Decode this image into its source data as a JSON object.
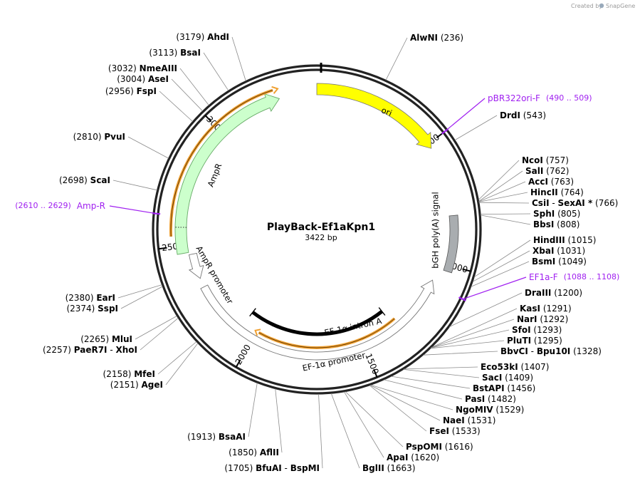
{
  "credit": {
    "prefix": "Created by",
    "brand": "SnapGene"
  },
  "plasmid": {
    "name": "PlayBack-Ef1aKpn1",
    "size_label": "3422 bp",
    "length": 3422
  },
  "colors": {
    "ori": "#ffff00",
    "ampr": "#ccffcc",
    "polyA": "#a9adb0",
    "promoter": "#ffffff",
    "intron": "#000000",
    "primer": "#a020f0",
    "highlight": "#f0a030"
  },
  "ticks": [
    "500",
    "1000",
    "1500",
    "2000",
    "2500",
    "3000"
  ],
  "features": [
    {
      "id": "ori",
      "label": "ori"
    },
    {
      "id": "ampr",
      "label": "AmpR"
    },
    {
      "id": "ampr_promoter",
      "label": "AmpR promoter"
    },
    {
      "id": "polyA",
      "label": "bGH poly(A) signal"
    },
    {
      "id": "ef1a_promoter",
      "label": "EF-1α promoter"
    },
    {
      "id": "ef1a_intron",
      "label": "EF-1α intron A"
    }
  ],
  "sites": [
    {
      "name": "AlwNI",
      "pos": "(236)"
    },
    {
      "name": "DrdI",
      "pos": "(543)"
    },
    {
      "name": "NcoI",
      "pos": "(757)"
    },
    {
      "name": "SalI",
      "pos": "(762)"
    },
    {
      "name": "AccI",
      "pos": "(763)"
    },
    {
      "name": "HincII",
      "pos": "(764)"
    },
    {
      "name": "CsiI",
      "name2": "SexAI *",
      "pos": "(766)"
    },
    {
      "name": "SphI",
      "pos": "(805)"
    },
    {
      "name": "BbsI",
      "pos": "(808)"
    },
    {
      "name": "HindIII",
      "pos": "(1015)"
    },
    {
      "name": "XbaI",
      "pos": "(1031)"
    },
    {
      "name": "BsmI",
      "pos": "(1049)"
    },
    {
      "name": "DraIII",
      "pos": "(1200)"
    },
    {
      "name": "KasI",
      "pos": "(1291)"
    },
    {
      "name": "NarI",
      "pos": "(1292)"
    },
    {
      "name": "SfoI",
      "pos": "(1293)"
    },
    {
      "name": "PluTI",
      "pos": "(1295)"
    },
    {
      "name": "BbvCI",
      "name2": "Bpu10I",
      "pos": "(1328)"
    },
    {
      "name": "Eco53kI",
      "pos": "(1407)"
    },
    {
      "name": "SacI",
      "pos": "(1409)"
    },
    {
      "name": "BstAPI",
      "pos": "(1456)"
    },
    {
      "name": "PasI",
      "pos": "(1482)"
    },
    {
      "name": "NgoMIV",
      "pos": "(1529)"
    },
    {
      "name": "NaeI",
      "pos": "(1531)"
    },
    {
      "name": "FseI",
      "pos": "(1533)"
    },
    {
      "name": "PspOMI",
      "pos": "(1616)"
    },
    {
      "name": "ApaI",
      "pos": "(1620)"
    },
    {
      "name": "BglII",
      "pos": "(1663)"
    },
    {
      "name": "BfuAI",
      "name2": "BspMI",
      "pos": "(1705)"
    },
    {
      "name": "AflII",
      "pos": "(1850)"
    },
    {
      "name": "BsaAI",
      "pos": "(1913)"
    },
    {
      "name": "AgeI",
      "pos": "(2151)"
    },
    {
      "name": "MfeI",
      "pos": "(2158)"
    },
    {
      "name": "PaeR7I",
      "name2": "XhoI",
      "pos": "(2257)"
    },
    {
      "name": "MluI",
      "pos": "(2265)"
    },
    {
      "name": "SspI",
      "pos": "(2374)"
    },
    {
      "name": "EarI",
      "pos": "(2380)"
    },
    {
      "name": "ScaI",
      "pos": "(2698)"
    },
    {
      "name": "PvuI",
      "pos": "(2810)"
    },
    {
      "name": "FspI",
      "pos": "(2956)"
    },
    {
      "name": "AseI",
      "pos": "(3004)"
    },
    {
      "name": "NmeAIII",
      "pos": "(3032)"
    },
    {
      "name": "BsaI",
      "pos": "(3113)"
    },
    {
      "name": "AhdI",
      "pos": "(3179)"
    }
  ],
  "primers": [
    {
      "name": "pBR322ori-F",
      "range": "(490 .. 509)"
    },
    {
      "name": "EF1a-F",
      "range": "(1088 .. 1108)"
    },
    {
      "name": "Amp-R",
      "range": "(2610 .. 2629)"
    }
  ]
}
